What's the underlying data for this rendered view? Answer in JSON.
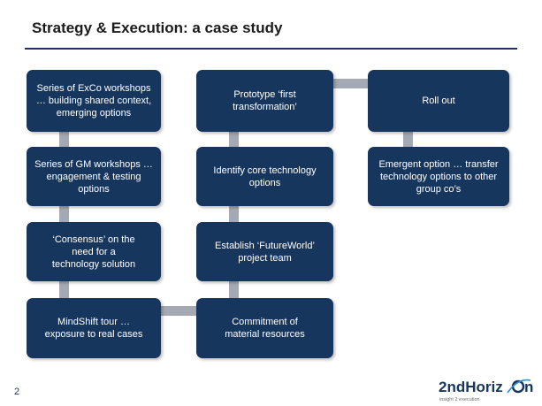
{
  "slide": {
    "title": "Strategy & Execution: a case study",
    "page_number": "2"
  },
  "boxes": {
    "exco": "Series of ExCo workshops\n… building shared context,\nemerging options",
    "gm": "Series of GM workshops …\nengagement & testing\noptions",
    "consensus": "‘Consensus’ on the\nneed for  a\ntechnology solution",
    "mindshift": "MindShift tour …\nexposure to real cases",
    "prototype": "Prototype ‘first\ntransformation’",
    "identify": "Identify core technology\noptions",
    "futureworld": "Establish ‘FutureWorld’\nproject team",
    "commitment": "Commitment of\nmaterial resources",
    "rollout": "Roll out",
    "emergent": "Emergent option … transfer\ntechnology options to other\ngroup co’s"
  },
  "logo": {
    "text": "2ndHoriz",
    "suffix": "n",
    "tagline": "insight 2 execution"
  },
  "colors": {
    "box_fill": "#17365d",
    "connector": "#a4a9b3",
    "rule": "#1f3064",
    "logo_accent": "#2f8fd6"
  }
}
